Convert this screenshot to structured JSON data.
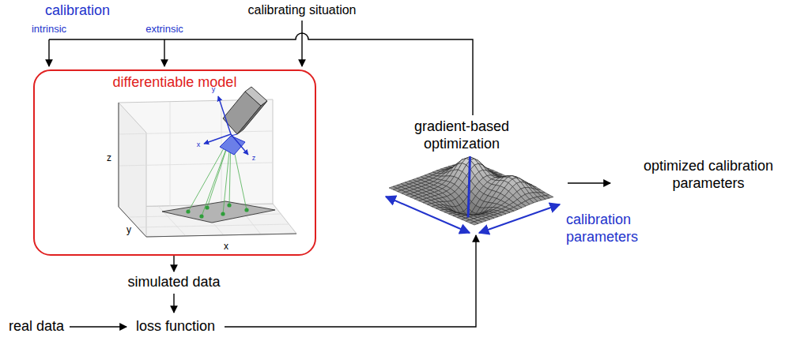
{
  "diagram": {
    "nodes": [
      {
        "text": [
          "differentiable model"
        ]
      }
    ],
    "labels": [
      "calibration",
      "intrinsic",
      "extrinsic",
      "calibrating situation",
      "z",
      "y",
      "x",
      "y",
      "x",
      "z",
      "simulated data",
      "real data",
      "loss function",
      "gradient-based optimization",
      "optimized calibration parameters",
      "calibration parameters"
    ]
  }
}
